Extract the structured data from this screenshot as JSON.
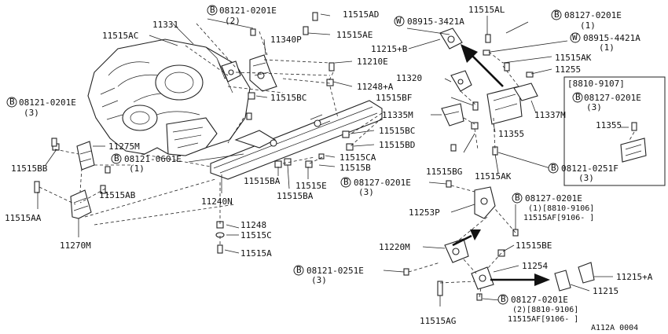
{
  "callouts": {
    "c_11331": "11331",
    "c_11515AC": "11515AC",
    "c_08121_0201E_top": "08121-0201E",
    "c_08121_0201E_top_q": "(2)",
    "c_11515AD": "11515AD",
    "c_11515AE": "11515AE",
    "c_11340P": "11340P",
    "c_08915_3421A": "08915-3421A",
    "c_11215B": "11215+B",
    "c_11515AL": "11515AL",
    "c_08127_0201E_tr": "08127-0201E",
    "c_08127_0201E_tr_q": "(1)",
    "c_08915_4421A": "08915-4421A",
    "c_08915_4421A_q": "(1)",
    "c_11515AK_top": "11515AK",
    "c_11255": "11255",
    "c_11210E": "11210E",
    "c_11248A": "11248+A",
    "c_11320": "11320",
    "c_11515BF": "11515BF",
    "c_11335M": "11335M",
    "c_11515BC_left": "11515BC",
    "c_11515BC_mid": "11515BC",
    "c_11515BD": "11515BD",
    "c_11515CA": "11515CA",
    "c_11515B": "11515B",
    "c_11337M": "11337M",
    "c_11355": "11355",
    "c_08121_0201E_left": "08121-0201E",
    "c_08121_0201E_left_q": "(3)",
    "c_11275M": "11275M",
    "c_11515BB": "11515BB",
    "c_08121_0601E": "08121-0601E",
    "c_08121_0601E_q": "(1)",
    "c_11515AB": "11515AB",
    "c_11515BA_1": "11515BA",
    "c_11515E": "11515E",
    "c_11515BA_2": "11515BA",
    "c_11515BG": "11515BG",
    "c_11515AK_bot": "11515AK",
    "c_08121_0251F": "08121-0251F",
    "c_08121_0251F_q": "(3)",
    "c_08127_0201E_mid": "08127-0201E",
    "c_08127_0201E_mid_q": "(3)",
    "c_11240N": "11240N",
    "c_11515AA": "11515AA",
    "c_11270M": "11270M",
    "c_11253P": "11253P",
    "c_08127_0201E_r": "08127-0201E",
    "c_08127_0201E_r_q1": "(1)[8810-9106]",
    "c_08127_0201E_r_q2": "11515AF[9106-     ]",
    "c_11248": "11248",
    "c_11515C": "11515C",
    "c_11515A": "11515A",
    "c_11220M": "11220M",
    "c_11515BE": "11515BE",
    "c_11254": "11254",
    "c_08121_0251E": "08121-0251E",
    "c_08121_0251E_q": "(3)",
    "c_11215A": "11215+A",
    "c_11215": "11215",
    "c_08127_0201E_b": "08127-0201E",
    "c_08127_0201E_b_q1": "(2)[8810-9106]",
    "c_08127_0201E_b_q2": "11515AF[9106-     ]",
    "c_11515AG": "11515AG"
  },
  "inset": {
    "date_range": "[8810-9107]",
    "bolt": "08127-0201E",
    "bolt_q": "(3)",
    "part": "11355"
  },
  "prefix_letters": {
    "bolt": "B",
    "washer": "W"
  },
  "figure_code": "A112A 0004"
}
